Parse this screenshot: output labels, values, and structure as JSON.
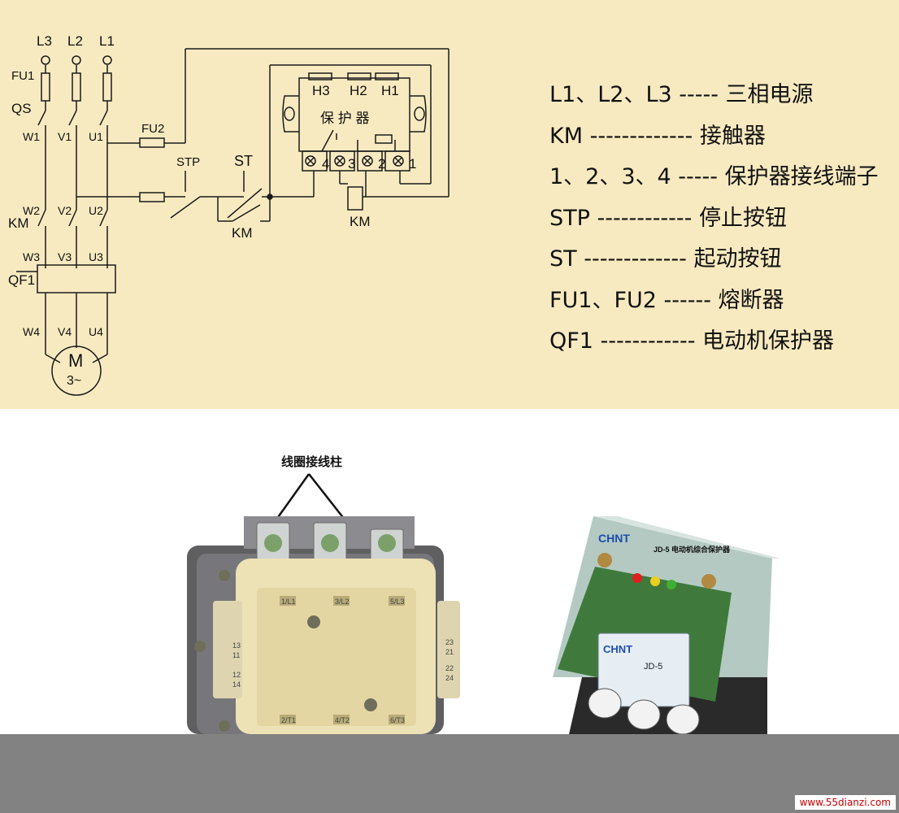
{
  "diagram": {
    "phases": [
      "L3",
      "L2",
      "L1"
    ],
    "fuse1": "FU1",
    "switch": "QS",
    "terminals_1": [
      "W1",
      "V1",
      "U1"
    ],
    "fuse2": "FU2",
    "stop_button": "STP",
    "start_button": "ST",
    "terminals_2": [
      "W2",
      "V2",
      "U2"
    ],
    "contactor": "KM",
    "terminals_3": [
      "W3",
      "V3",
      "U3"
    ],
    "motor_protector": "QF1",
    "terminals_4": [
      "W4",
      "V4",
      "U4"
    ],
    "motor": "M",
    "motor_phase": "3~",
    "protector_title": "保 护 器",
    "protector_heads": [
      "H3",
      "H2",
      "H1"
    ],
    "protector_terminals": [
      "4",
      "3",
      "2",
      "1"
    ],
    "km_contact_label": "KM",
    "km_coil_label": "KM"
  },
  "legend": [
    "L1、L2、L3 ----- 三相电源",
    "KM ------------- 接触器",
    "1、2、3、4 ----- 保护器接线端子",
    "STP ------------ 停止按钮",
    "ST ------------- 起动按钮",
    "FU1、FU2 ------ 熔断器",
    "QF1 ------------ 电动机保护器"
  ],
  "photos": {
    "coil_terminal_label": "线圈接线柱",
    "contactor_marks": [
      "1/L1",
      "3/L2",
      "5/L3",
      "2/T1",
      "4/T2",
      "6/T3"
    ],
    "aux_contacts_left": [
      "13",
      "11",
      "12",
      "14"
    ],
    "aux_contacts_right": [
      "23",
      "21",
      "22",
      "24"
    ],
    "protector_brand": "CHNT",
    "protector_model": "JD-5 电动机综合保护器",
    "protector_nameplate_brand": "CHNT",
    "protector_nameplate_model": "JD-5"
  },
  "watermark": "www.55dianzi.com",
  "colors": {
    "panel_bg": "#f8eac0",
    "line": "#1a1a1a",
    "bottom_bar": "#828282",
    "watermark": "#cc0000"
  }
}
